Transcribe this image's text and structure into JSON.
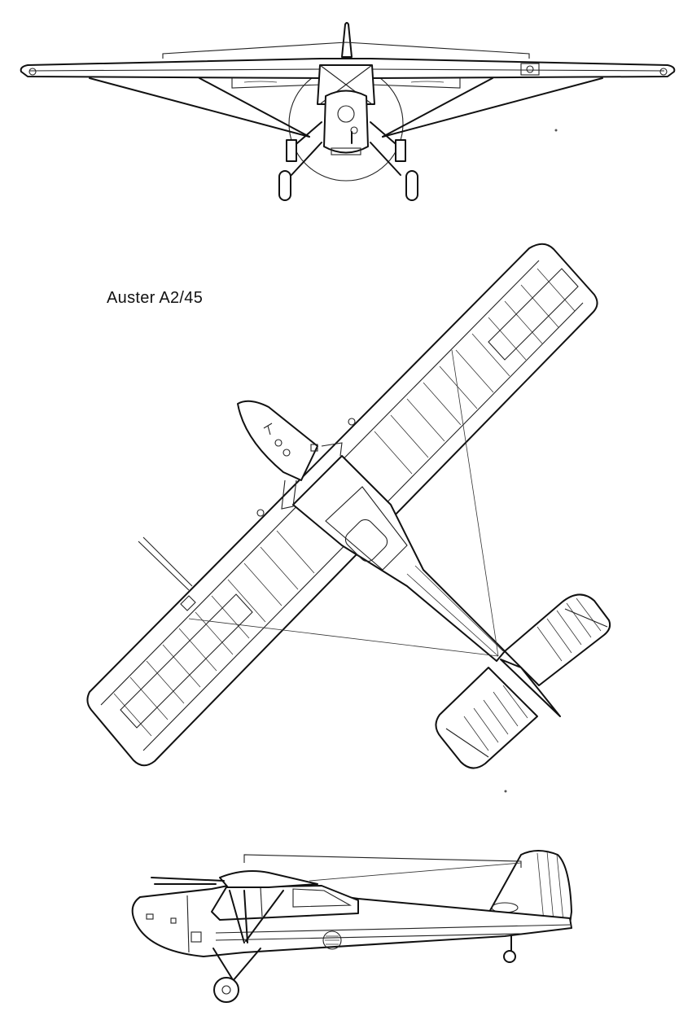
{
  "title": "Auster A2/45",
  "views": {
    "front": "front-view",
    "top": "plan-view",
    "side": "side-view"
  }
}
